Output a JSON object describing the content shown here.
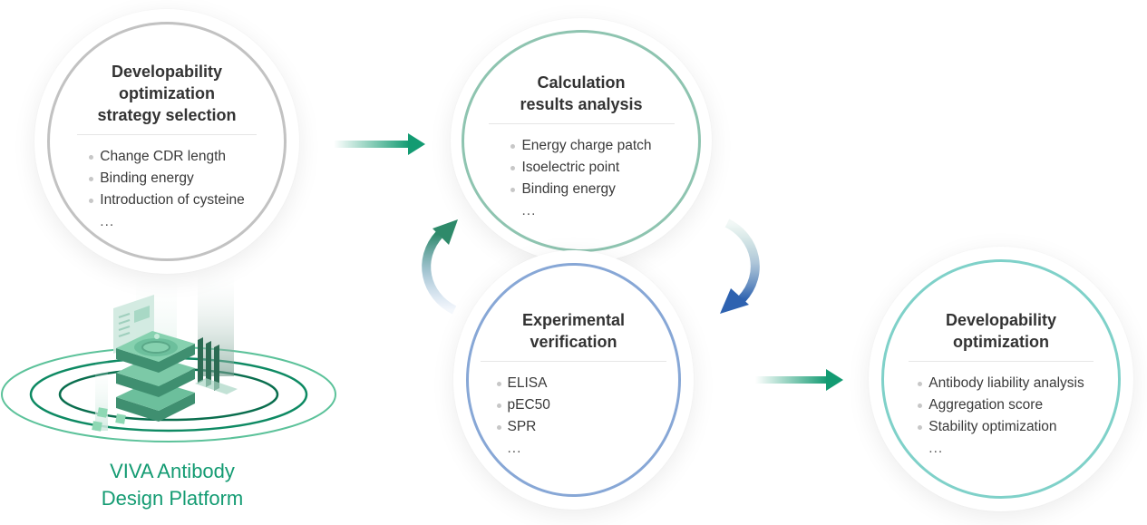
{
  "colors": {
    "brand_green": "#139b72",
    "ring_gray": "#c2c2c2",
    "ring_teal": "#8ec4b0",
    "ring_blue": "#87a7d6",
    "ring_cyan": "#7fd1c9",
    "arrow_green": "#139b72",
    "arrow_blue": "#2e62b0"
  },
  "platform": {
    "label_line1": "VIVA Antibody",
    "label_line2": "Design Platform",
    "icon": "server-stack-illustration"
  },
  "nodes": [
    {
      "title_lines": [
        "Developability",
        "optimization",
        "strategy selection"
      ],
      "items": [
        "Change CDR length",
        "Binding energy",
        "Introduction of cysteine"
      ],
      "more": "..."
    },
    {
      "title_lines": [
        "Calculation",
        "results analysis"
      ],
      "items": [
        "Energy charge patch",
        "Isoelectric point",
        "Binding energy"
      ],
      "more": "..."
    },
    {
      "title_lines": [
        "Experimental",
        "verification"
      ],
      "items": [
        "ELISA",
        "pEC50",
        "SPR"
      ],
      "more": "..."
    },
    {
      "title_lines": [
        "Developability",
        "optimization"
      ],
      "items": [
        "Antibody liability analysis",
        "Aggregation score",
        "Stability optimization"
      ],
      "more": "..."
    }
  ],
  "arrows": [
    {
      "from": "strategy selection",
      "to": "calculation results analysis",
      "icon": "arrow-right-icon"
    },
    {
      "from": "calculation results analysis",
      "to": "experimental verification",
      "icon": "curved-arrow-down-icon"
    },
    {
      "from": "experimental verification",
      "to": "calculation results analysis",
      "icon": "curved-arrow-up-icon"
    },
    {
      "from": "experimental verification",
      "to": "developability optimization",
      "icon": "arrow-right-icon"
    }
  ]
}
